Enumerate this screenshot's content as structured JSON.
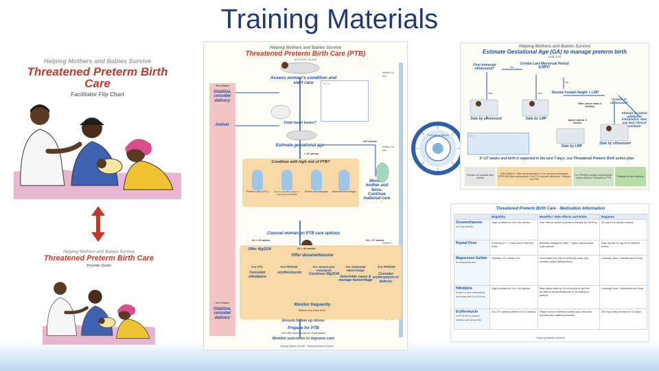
{
  "slide": {
    "title": "Training Materials"
  },
  "flip_chart": {
    "org": "Helping Mothers and Babies Survive",
    "title": "Threatened Preterm Birth Care",
    "subtitle": "Facilitator Flip Chart"
  },
  "provider_guide": {
    "org": "Helping Mothers and Babies Survive",
    "title": "Threatened Preterm Birth Care",
    "subtitle": "Provider Guide"
  },
  "action_plan": {
    "org": "Helping Mothers and Babies Survive",
    "title": "Threatened Preterm Birth Care (PTB)",
    "subtitle": "ACTION PLAN",
    "nodes": {
      "assess": "Assess woman's condition and start care",
      "fetal": "Fetal heart tones?",
      "estimate": "Estimate gestational age",
      "condition": "Condition with high risk of PTB?",
      "counsel": "Counsel woman on PTB care options",
      "offer_mgso4": "Offer MgSO4",
      "offer_dexa": "Offer dexamethasone",
      "for_ptl": "For PTL",
      "consider_nifedipine": "Consider nifedipine",
      "for_pprom": "For PPROM",
      "erythromycin": "erythromycin",
      "for_severe": "For Severe pre-eclampsia",
      "continue_mgso4": "Continue MgSO4",
      "for_antenatal": "For Antenatal hemorrhage",
      "determine_cause": "Determine cause & manage hemorrhage",
      "for_pprom2": "For PPROM",
      "consider_ery": "Consider erythromycin or delivery",
      "monitor_freq": "Monitor frequently",
      "monitor_sub": "Mother and fetus well?",
      "ensure": "Ensure follow up doses",
      "prepare": "Prepare for PTB",
      "prepare_sub": "See HBS Essential care for Small Babies",
      "monitor_outcomes": "Monitor outcomes to improve care"
    },
    "side": {
      "not_stable": "Not stable",
      "stabilize": "Stabilize, consider delivery",
      "deliver": "Deliver",
      "monitor_mother": "Monitor mother and fetus. Continue maternal care",
      "stable": "Stable",
      "not_stable2": "Not Stable",
      "stabilize2": "Stabilize, consider delivery"
    },
    "labels": {
      "lt37": "< 37 weeks",
      "ge37": "≥37 weeks",
      "range1": "24 < 32 weeks",
      "range2": "24 < 34 weeks",
      "range3": "34 < 37 weeks",
      "within_10": "Within 10 min",
      "within_30": "Within 30 min",
      "within_1h": "Within 1 hour",
      "ongoing": "Ongoing"
    },
    "conditions": [
      "Preterm Labor (PTL)",
      "Preterm pre-labor rupture of membranes (PPROM)",
      "Severe pre-eclampsia",
      "Antenatal hemorrhage"
    ],
    "footer": "Helping Babies Survive  ·  Helping Mothers Survive"
  },
  "job_aid": {
    "org": "Helping Mothers and Babies Survive",
    "title": "Estimate Gestational Age (GA) to manage preterm birth",
    "subtitle": "JOB AID",
    "nodes": {
      "first_tri": "First trimester ultrasound?",
      "lmp_q": "Certain Last Menstrual Period (LMP)?",
      "review": "Review Fundal Height + LMP",
      "offer": "Offer (more than 3 weeks)",
      "agree": "Agree within 3 weeks",
      "access": "Access to ultrasound?",
      "attempt": "Attempt to obtain additional information, then use best clinical estimate",
      "date_us": "Date by ultrasound",
      "date_lmp": "Date by LMP",
      "date_lmp2": "Date by LMP",
      "date_us2": "Date by ultrasound",
      "yes": "Yes",
      "no": "No"
    },
    "banner": "If <37 weeks and birth is expected in the next 7 days, see Threatened Preterm Birth action plan",
    "bottom": [
      "Prepare for possible fetal demise",
      "Offer MgSO4 / Offer dexamethasone / For ruptured membranes (PPROM) offer erythromycin / For PTL consider nifedipine / Prepare for PTB",
      "For PPROM consider erythromycin versus delivery / Prepare for PTB",
      "Prepare for term delivery"
    ],
    "wheel_label": "Pregnancy Wheel",
    "footer": "Helping Babies Survive"
  },
  "medication": {
    "title": "Threatened Preterm Birth Care - Medication Information",
    "columns": [
      "",
      "Eligibility",
      "Benefits / Side effects and Risks",
      "Regimen"
    ],
    "rows": [
      {
        "drug": "Dexamethasone",
        "use": "for lung maturity",
        "elig": "High confidence GA <34 weeks",
        "benefit": "Can reduce death in preterm babies by 30% by",
        "regimen": "24 mg IM in divided doses"
      },
      {
        "drug": "Repeat Dose",
        "use": "",
        "elig": "If has been > 7 days since the first dose",
        "benefit": "Benefits disappear after 7 days; repeat dose may restore",
        "regimen": "May repeat 24 mg IM in divided doses"
      },
      {
        "drug": "Magnesium Sulfate",
        "use": "for neuroprotection",
        "elig": "Viability <32 weeks GA",
        "benefit": "Decreases the risk of cerebral palsy and creates major dysfunctions",
        "regimen": "Loading dose / Maintenance Dose"
      },
      {
        "drug": "Nifedipine",
        "use": "to slow or stop contractions and delay birth 24-48 hours",
        "elig": "High confidence GA <34 weeks",
        "benefit": "May delay birth by 24-48 hours to get the benefit of dexamethasone or to transport patient",
        "regimen": "Loading Dose / Maintenance Dose"
      },
      {
        "drug": "Erythromycin",
        "use": "for PPROM to prevent infection and delay birth",
        "elig": "GA <37 weeks (define for 37 weeks)",
        "benefit": "Helps prevent infection which also reduces prematurity-related problems",
        "regimen": "250 mg orally 4x/day for 10 days"
      }
    ],
    "footer": "Helping Babies Survive"
  },
  "colors": {
    "title": "#1f3a73",
    "red_title": "#c0392b",
    "flow_blue": "#1b4f9c",
    "orange_panel": "#f7d9a8",
    "pink_side": "#f3c4c4",
    "arrow_red": "#c0392b"
  }
}
